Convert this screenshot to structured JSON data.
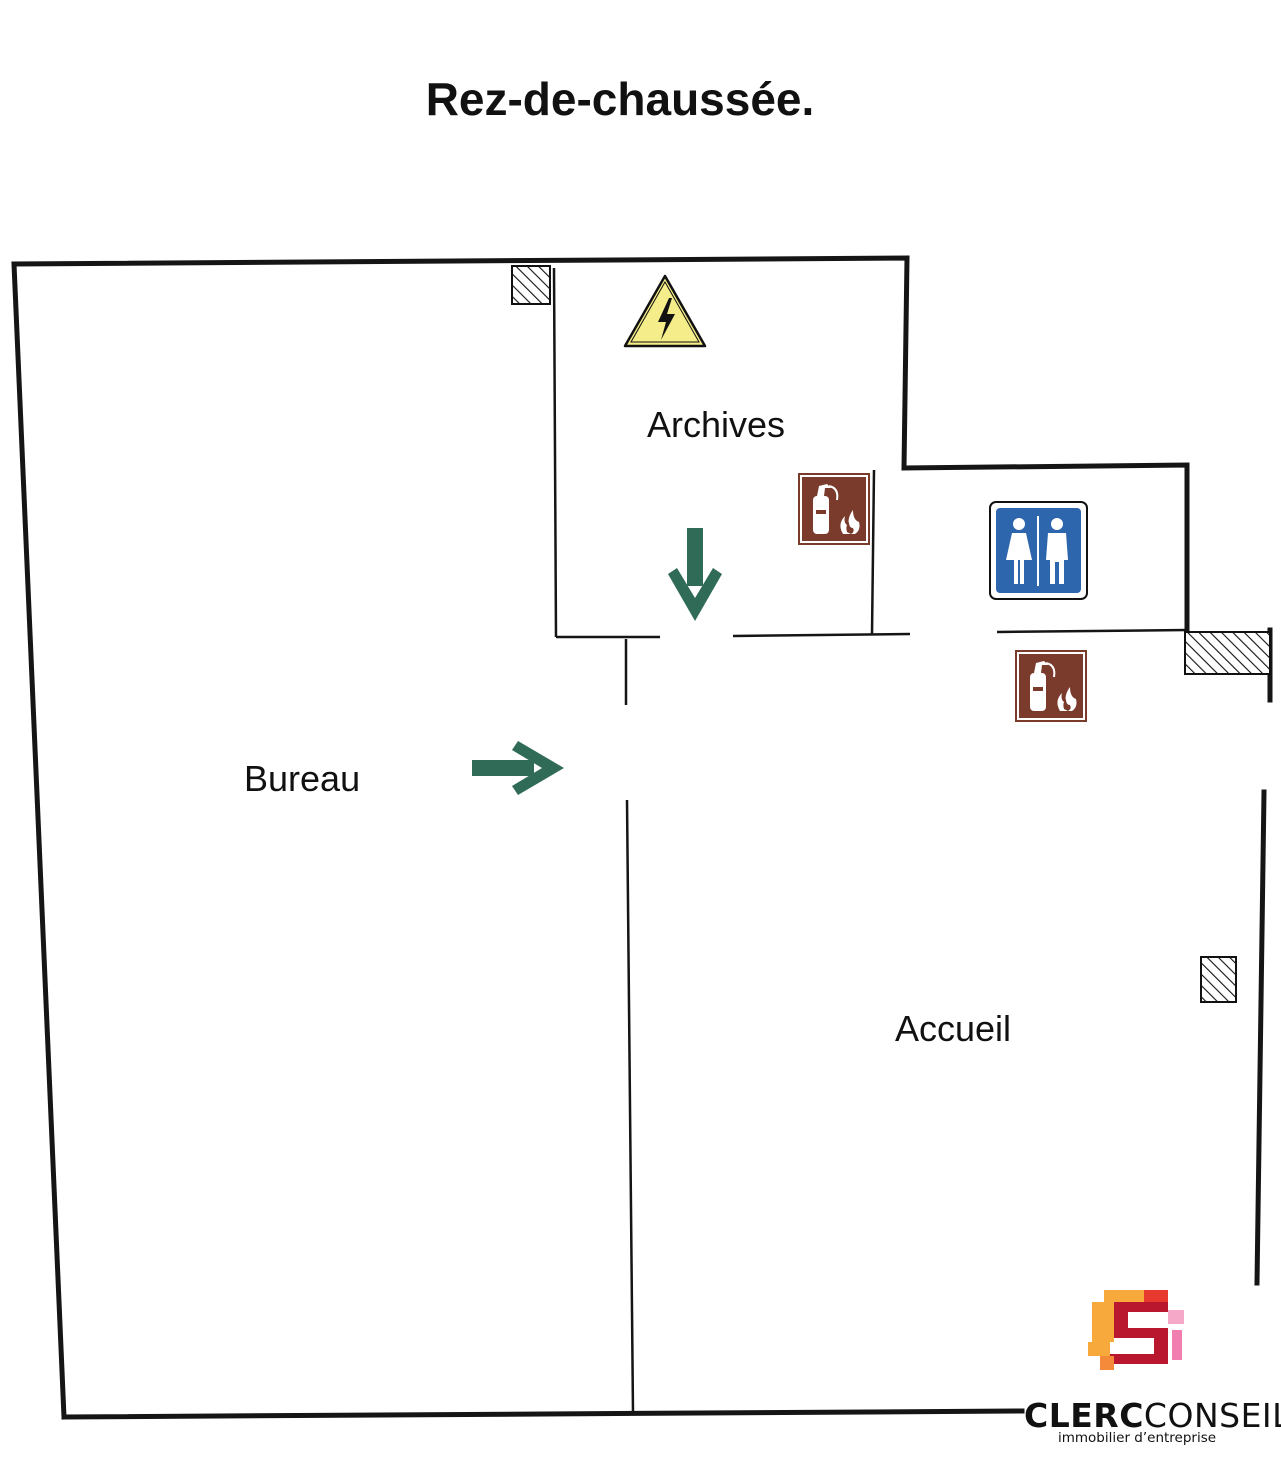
{
  "plan": {
    "title": "Rez-de-chaussée.",
    "rooms": {
      "bureau": "Bureau",
      "archives": "Archives",
      "accueil": "Accueil"
    }
  },
  "symbols": {
    "electrical_warning": "high-voltage-warning-icon",
    "extinguisher": "fire-extinguisher-icon",
    "toilets": "restroom-icon",
    "exit_arrow": "emergency-exit-arrow-icon",
    "colors": {
      "exit_green": "#2f6b57",
      "extinguisher_brown": "#7a3a2c",
      "restroom_blue": "#2e66ad",
      "warning_yellow": "#f5ec8a"
    }
  },
  "brand": {
    "name_bold": "CLERC",
    "name_light": "CONSEIL",
    "tagline": "immobilier d’entreprise"
  }
}
